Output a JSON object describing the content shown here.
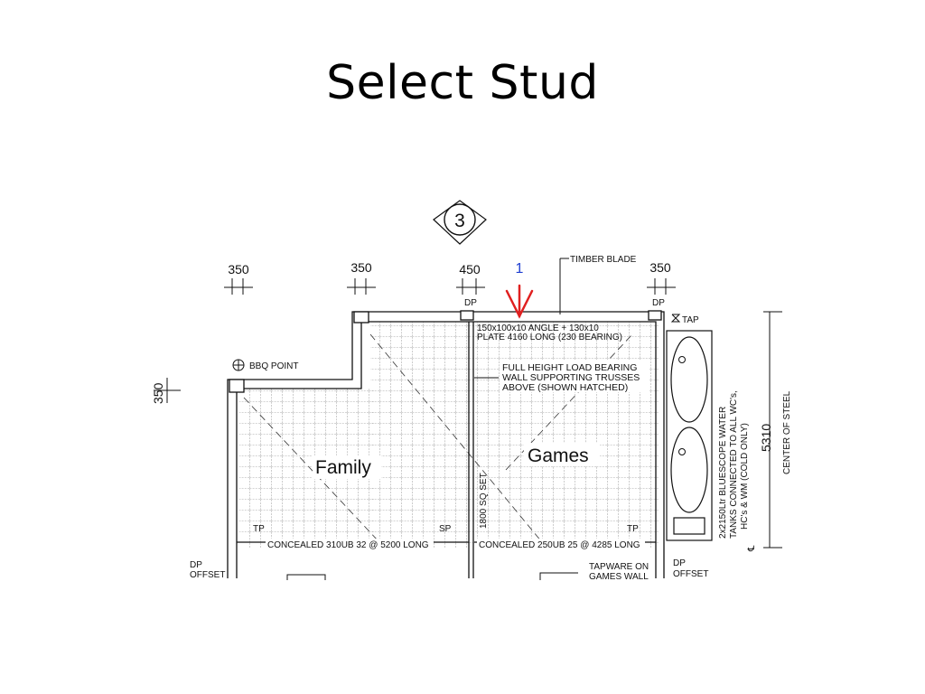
{
  "slide": {
    "title": "Select Stud"
  },
  "plan": {
    "section_marker": "3",
    "callout_number": "1",
    "dimensions": {
      "d1": "350",
      "d2": "350",
      "d3": "450",
      "d4": "350",
      "d_left": "350",
      "d_right": "5310"
    },
    "labels": {
      "timber_blade": "TIMBER BLADE",
      "dp_left": "DP",
      "dp_right": "DP",
      "tap": "TAP",
      "angle_line1": "150x100x10 ANGLE + 130x10",
      "angle_line2": "PLATE 4160 LONG (230 BEARING)",
      "bbq_point": "BBQ POINT",
      "wall_line1": "FULL HEIGHT LOAD BEARING",
      "wall_line2": "WALL SUPPORTING TRUSSES",
      "wall_line3": "ABOVE (SHOWN HATCHED)",
      "family": "Family",
      "games": "Games",
      "sq_set": "1800 SQ SET",
      "tp_left": "TP",
      "sp": "SP",
      "tp_right": "TP",
      "concealed_left": "CONCEALED 310UB 32 @ 5200 LONG",
      "concealed_right": "CONCEALED 250UB 25 @ 4285 LONG",
      "dp_offset_left_1": "DP",
      "dp_offset_left_2": "OFFSET",
      "dp_offset_right_1": "DP",
      "dp_offset_right_2": "OFFSET",
      "tapware_1": "TAPWARE ON",
      "tapware_2": "GAMES WALL",
      "water_line1": "2x2150Ltr BLUESCOPE WATER",
      "water_line2": "TANKS CONNECTED TO ALL WC's,",
      "water_line3": "HC's & WM (COLD ONLY)",
      "center_of_steel": "CENTER OF STEEL",
      "cl": "℄"
    }
  },
  "colors": {
    "callout_blue": "#1f3fd1",
    "arrow_red": "#e02020",
    "line": "#111111"
  }
}
